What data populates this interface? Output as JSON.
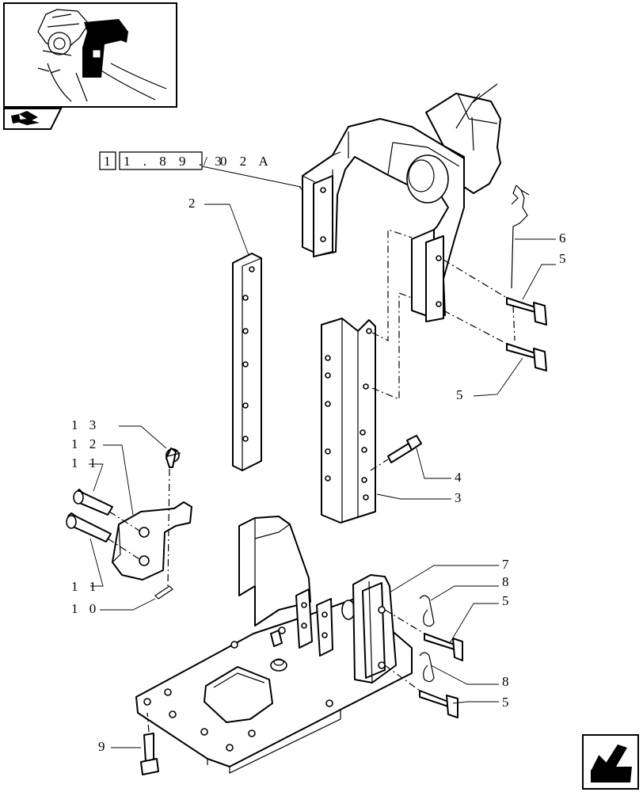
{
  "reference_code": {
    "box1": "1",
    "box2": "1 . 8 9 . 3",
    "suffix": "/ 0 2 A"
  },
  "callouts": [
    {
      "id": "c2",
      "text": "2"
    },
    {
      "id": "c3",
      "text": "3"
    },
    {
      "id": "c4",
      "text": "4"
    },
    {
      "id": "c5a",
      "text": "5"
    },
    {
      "id": "c5b",
      "text": "5"
    },
    {
      "id": "c5c",
      "text": "5"
    },
    {
      "id": "c5d",
      "text": "5"
    },
    {
      "id": "c6",
      "text": "6"
    },
    {
      "id": "c7",
      "text": "7"
    },
    {
      "id": "c8a",
      "text": "8"
    },
    {
      "id": "c8b",
      "text": "8"
    },
    {
      "id": "c9",
      "text": "9"
    },
    {
      "id": "c10",
      "text": "1 0"
    },
    {
      "id": "c11a",
      "text": "1 1"
    },
    {
      "id": "c11b",
      "text": "1 1"
    },
    {
      "id": "c12",
      "text": "1 2"
    },
    {
      "id": "c13",
      "text": "1 3"
    }
  ],
  "icons": {
    "thumbnail": "tractor-locator-thumbnail",
    "section": "pencil-book-icon",
    "nav": "arrow-back-icon"
  }
}
